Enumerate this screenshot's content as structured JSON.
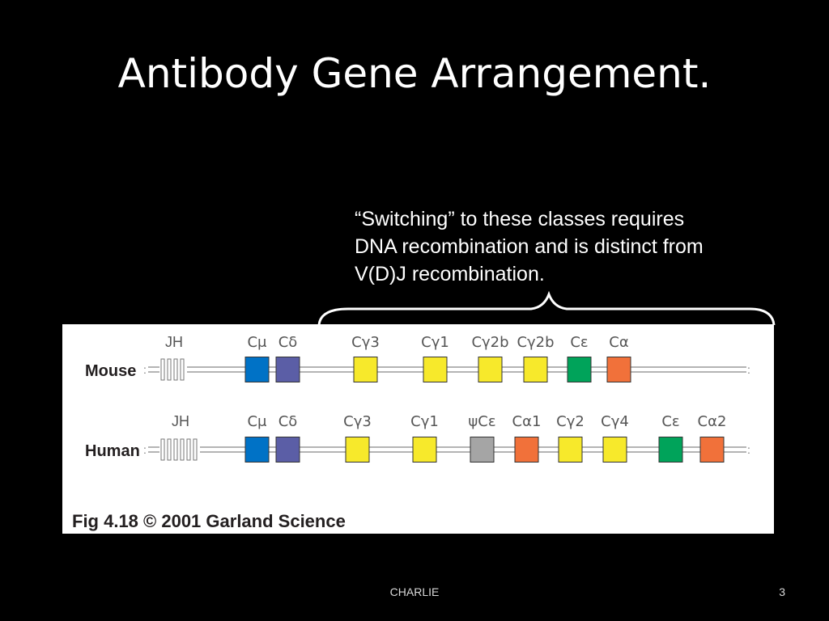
{
  "slide": {
    "title": "Antibody Gene Arrangement.",
    "callout_lines": [
      "“Switching” to these classes requires",
      "DNA recombination and is distinct from",
      "V(D)J recombination."
    ],
    "footer_center": "CHARLIE",
    "page_number": "3"
  },
  "figure": {
    "caption": "Fig 4.18  © 2001 Garland Science",
    "rows": [
      {
        "species": "Mouse",
        "jh_label": "JH",
        "jh_segments": 4,
        "segments": [
          {
            "label": "Cμ",
            "color": "#0072c6"
          },
          {
            "label": "Cδ",
            "color": "#5b5ea6"
          },
          {
            "label": "Cγ3",
            "color": "#f7e92b"
          },
          {
            "label": "Cγ1",
            "color": "#f7e92b"
          },
          {
            "label": "Cγ2b",
            "color": "#f7e92b"
          },
          {
            "label": "Cγ2b",
            "color": "#f7e92b"
          },
          {
            "label": "Cε",
            "color": "#00a35a"
          },
          {
            "label": "Cα",
            "color": "#f1713a"
          }
        ]
      },
      {
        "species": "Human",
        "jh_label": "JH",
        "jh_segments": 6,
        "segments": [
          {
            "label": "Cμ",
            "color": "#0072c6"
          },
          {
            "label": "Cδ",
            "color": "#5b5ea6"
          },
          {
            "label": "Cγ3",
            "color": "#f7e92b"
          },
          {
            "label": "Cγ1",
            "color": "#f7e92b"
          },
          {
            "label": "ψCε",
            "color": "#a5a5a5"
          },
          {
            "label": "Cα1",
            "color": "#f1713a"
          },
          {
            "label": "Cγ2",
            "color": "#f7e92b"
          },
          {
            "label": "Cγ4",
            "color": "#f7e92b"
          },
          {
            "label": "Cε",
            "color": "#00a35a"
          },
          {
            "label": "Cα2",
            "color": "#f1713a"
          }
        ]
      }
    ]
  }
}
